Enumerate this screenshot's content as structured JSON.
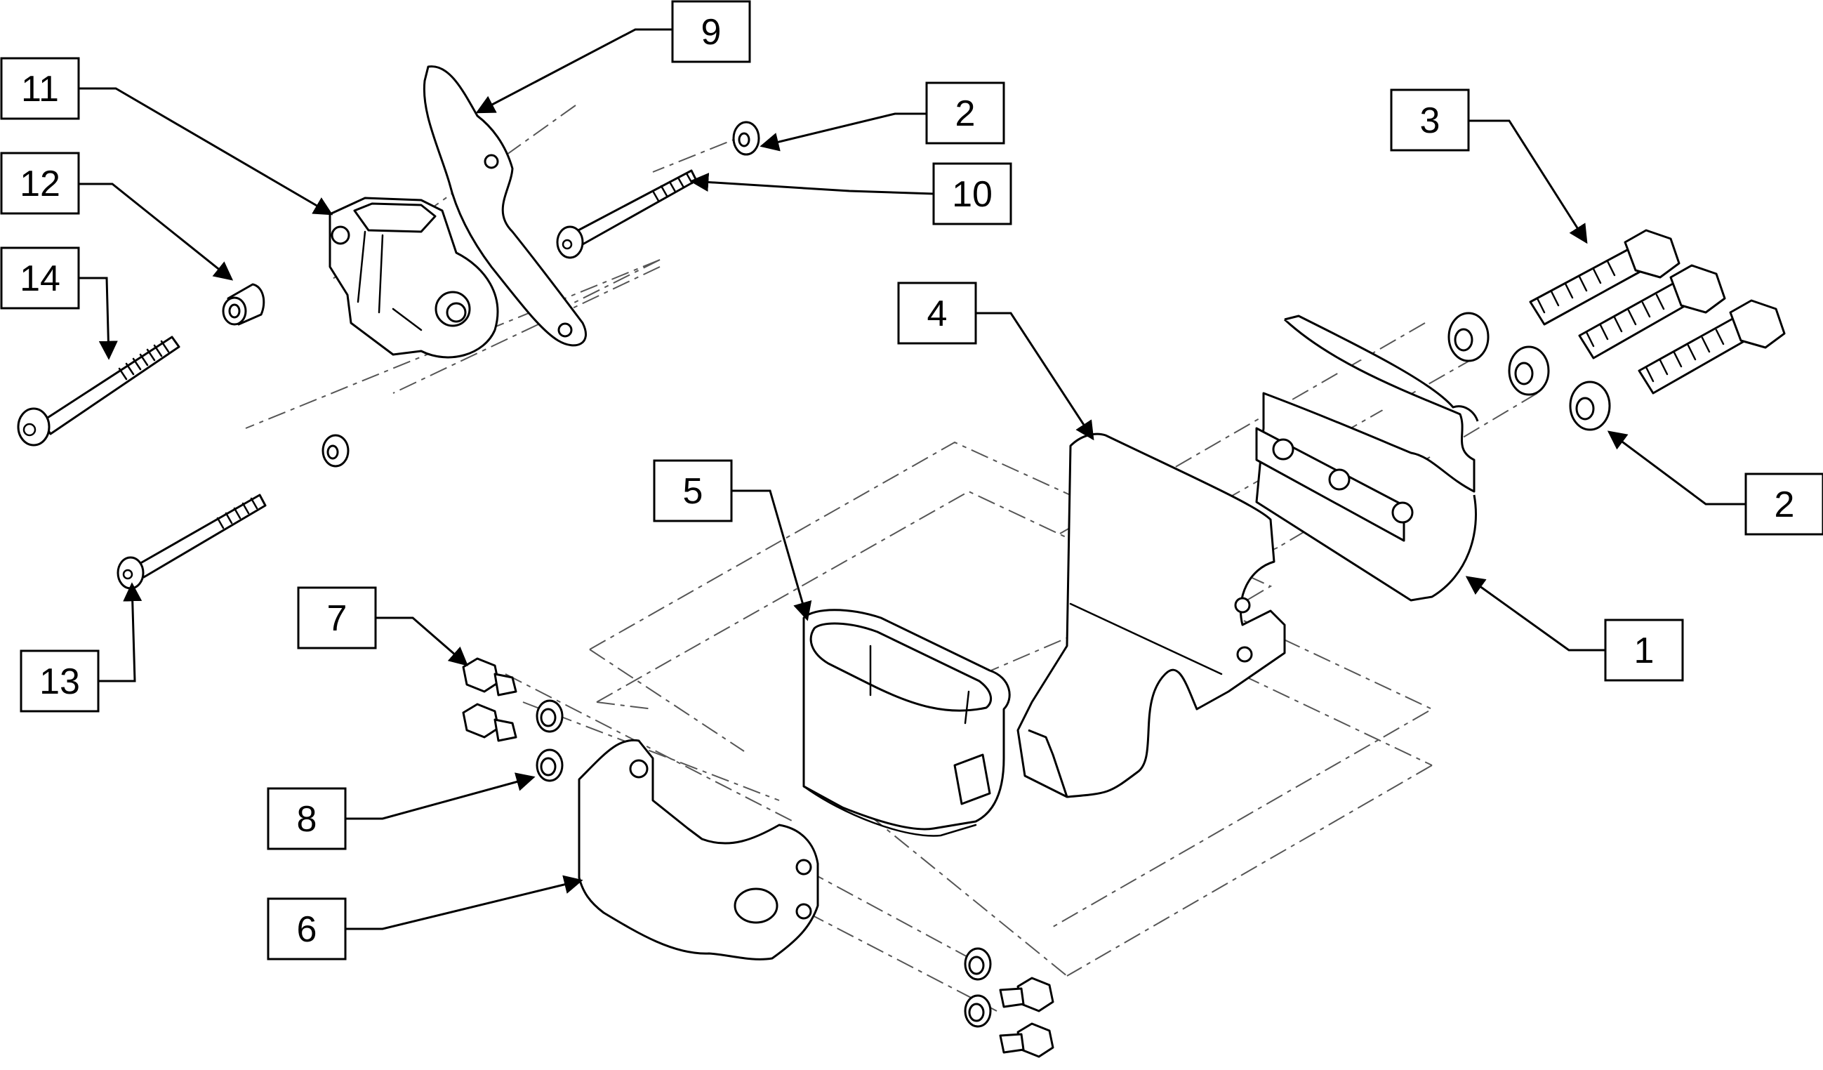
{
  "diagram": {
    "callouts": [
      {
        "id": "c9",
        "label": "9"
      },
      {
        "id": "c11",
        "label": "11"
      },
      {
        "id": "c12",
        "label": "12"
      },
      {
        "id": "c14",
        "label": "14"
      },
      {
        "id": "c2a",
        "label": "2"
      },
      {
        "id": "c10",
        "label": "10"
      },
      {
        "id": "c3",
        "label": "3"
      },
      {
        "id": "c4",
        "label": "4"
      },
      {
        "id": "c2b",
        "label": "2"
      },
      {
        "id": "c5",
        "label": "5"
      },
      {
        "id": "c1",
        "label": "1"
      },
      {
        "id": "c7",
        "label": "7"
      },
      {
        "id": "c13",
        "label": "13"
      },
      {
        "id": "c8",
        "label": "8"
      },
      {
        "id": "c6",
        "label": "6"
      }
    ]
  }
}
